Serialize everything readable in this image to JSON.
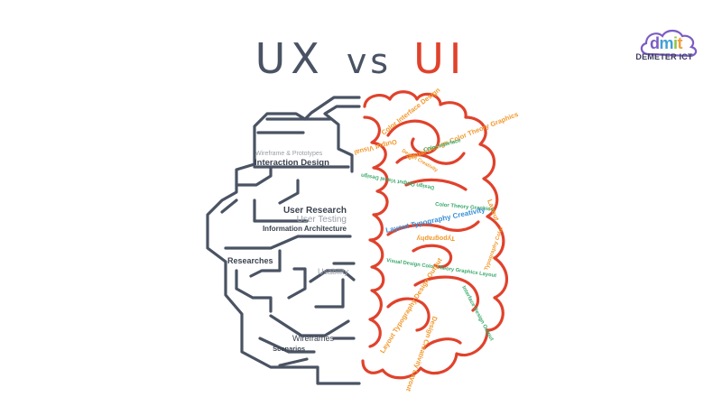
{
  "title": {
    "left": "UX",
    "middle": "vs",
    "right": "UI"
  },
  "logo": {
    "word": [
      "d",
      "m",
      "i",
      "t"
    ],
    "caption": "DEMETER ICT"
  },
  "ux_labels": {
    "wireframe_prototypes": "Wireframe & Prototypes",
    "interaction_design": "Interaction Design",
    "user_research": "User Research",
    "user_testing": "User Testing",
    "information_architecture": "Information Architecture",
    "researches": "Researches",
    "usability": "Usability",
    "wireframes": "Wireframes",
    "scenarios": "Scenarios"
  },
  "ui_labels": {
    "l1": "Color Interface Design",
    "l2": "Output Visual",
    "l3": "Visual Design Color Theory Graphics",
    "l4": "Color Interface",
    "l5": "Design Creativity",
    "l6": "Design Output Visual Design",
    "l7": "Layout",
    "l8": "Color Theory Graphics",
    "l9": "Layout Typography Creativity",
    "l10": "Typography",
    "l11": "Visual Design Color Theory Graphics Layout",
    "l12": "Typography Color",
    "l13": "Interface Design Output",
    "l14": "Layout Typography Design Output",
    "l15": "Design Creativity Layout"
  },
  "colors": {
    "ux_stroke": "#4a5363",
    "ui_stroke": "#e0422c",
    "ui_orange": "#f29a2e",
    "ui_green": "#3aa86b",
    "ui_blue": "#3a8fd6"
  }
}
